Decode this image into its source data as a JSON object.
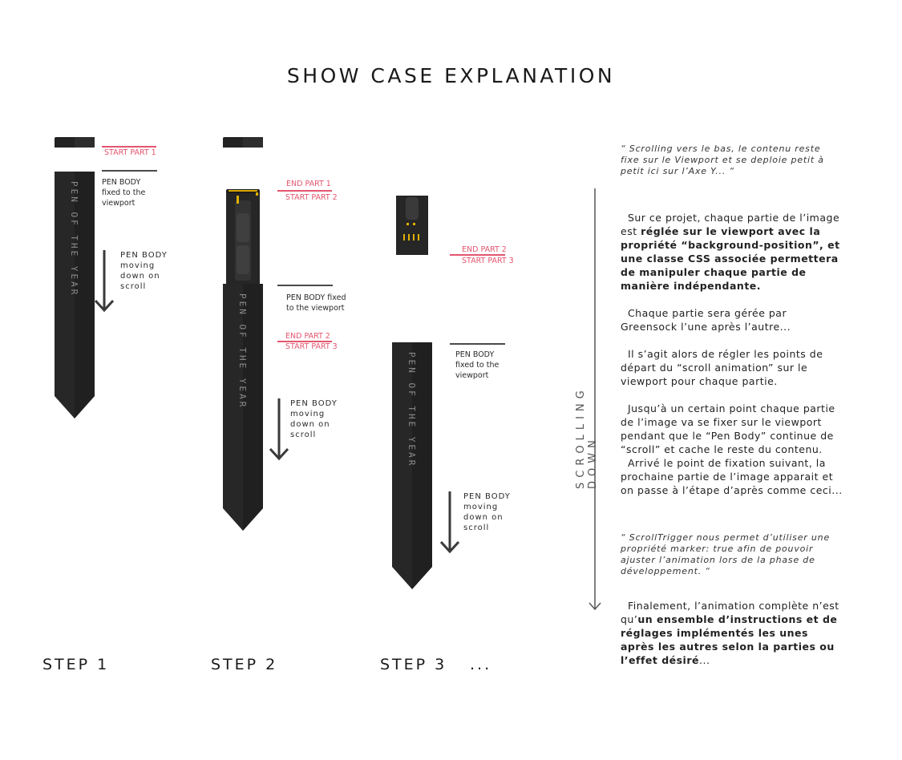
{
  "title": "SHOW CASE EXPLANATION",
  "steps": [
    "STEP 1",
    "STEP 2",
    "STEP 3",
    "..."
  ],
  "pen_text": "PEN OF THE YEAR",
  "labels": {
    "start_part_1": "START PART 1",
    "end_part_1": "END PART 1",
    "start_part_2": "START PART 2",
    "end_part_2": "END PART 2",
    "start_part_3": "START PART 3",
    "pen_body_fixed_a": "PEN BODY fixed to the viewport",
    "pen_body_fixed_b": "PEN BODY fixed to the viewport",
    "pen_body_fixed_c": "PEN BODY fixed to the viewport",
    "pen_body_moving": "PEN BODY moving down on scroll"
  },
  "scrolling_label": "SCROLLING DOWN",
  "quotes": {
    "q1": "“ Scrolling vers le bas, le contenu reste fixe sur le Viewport et se deploie petit à petit ici sur l’Axe Y... “",
    "q2": "“ ScrollTrigger nous permet d’utiliser une propriété marker: true afin de pouvoir ajuster l’animation lors de la phase de développement. “"
  },
  "paragraphs": {
    "p1_a": "  Sur ce projet, chaque partie de l’image est ",
    "p1_b": "réglée sur le viewport avec la propriété “background-position”, et une classe CSS associée permettera de manipuler chaque partie de manière indépendante.",
    "p2": "  Chaque partie sera gérée par Greensock l’une après l’autre...",
    "p3": "  Il s’agit alors de régler les points de départ du “scroll animation” sur le viewport pour chaque partie.",
    "p4": "  Jusqu’à un certain point chaque partie de l’image va se fixer sur le viewport pendant que le “Pen Body” continue de “scroll” et cache le reste du contenu.\n  Arrivé le point de fixation suivant, la prochaine partie de l’image apparait et on passe à l’étape d’après comme ceci...",
    "p5_a": "  Finalement, l’animation complète n’est qu’",
    "p5_b": "un ensemble d’instructions et de réglages implémentés les unes après les autres selon la parties ou l’effet désiré",
    "p5_c": "..."
  },
  "colors": {
    "accent_red": "#e4566f",
    "pen_dark": "#232323",
    "pen_light": "#2e2e2e",
    "gold": "#e0b000"
  }
}
